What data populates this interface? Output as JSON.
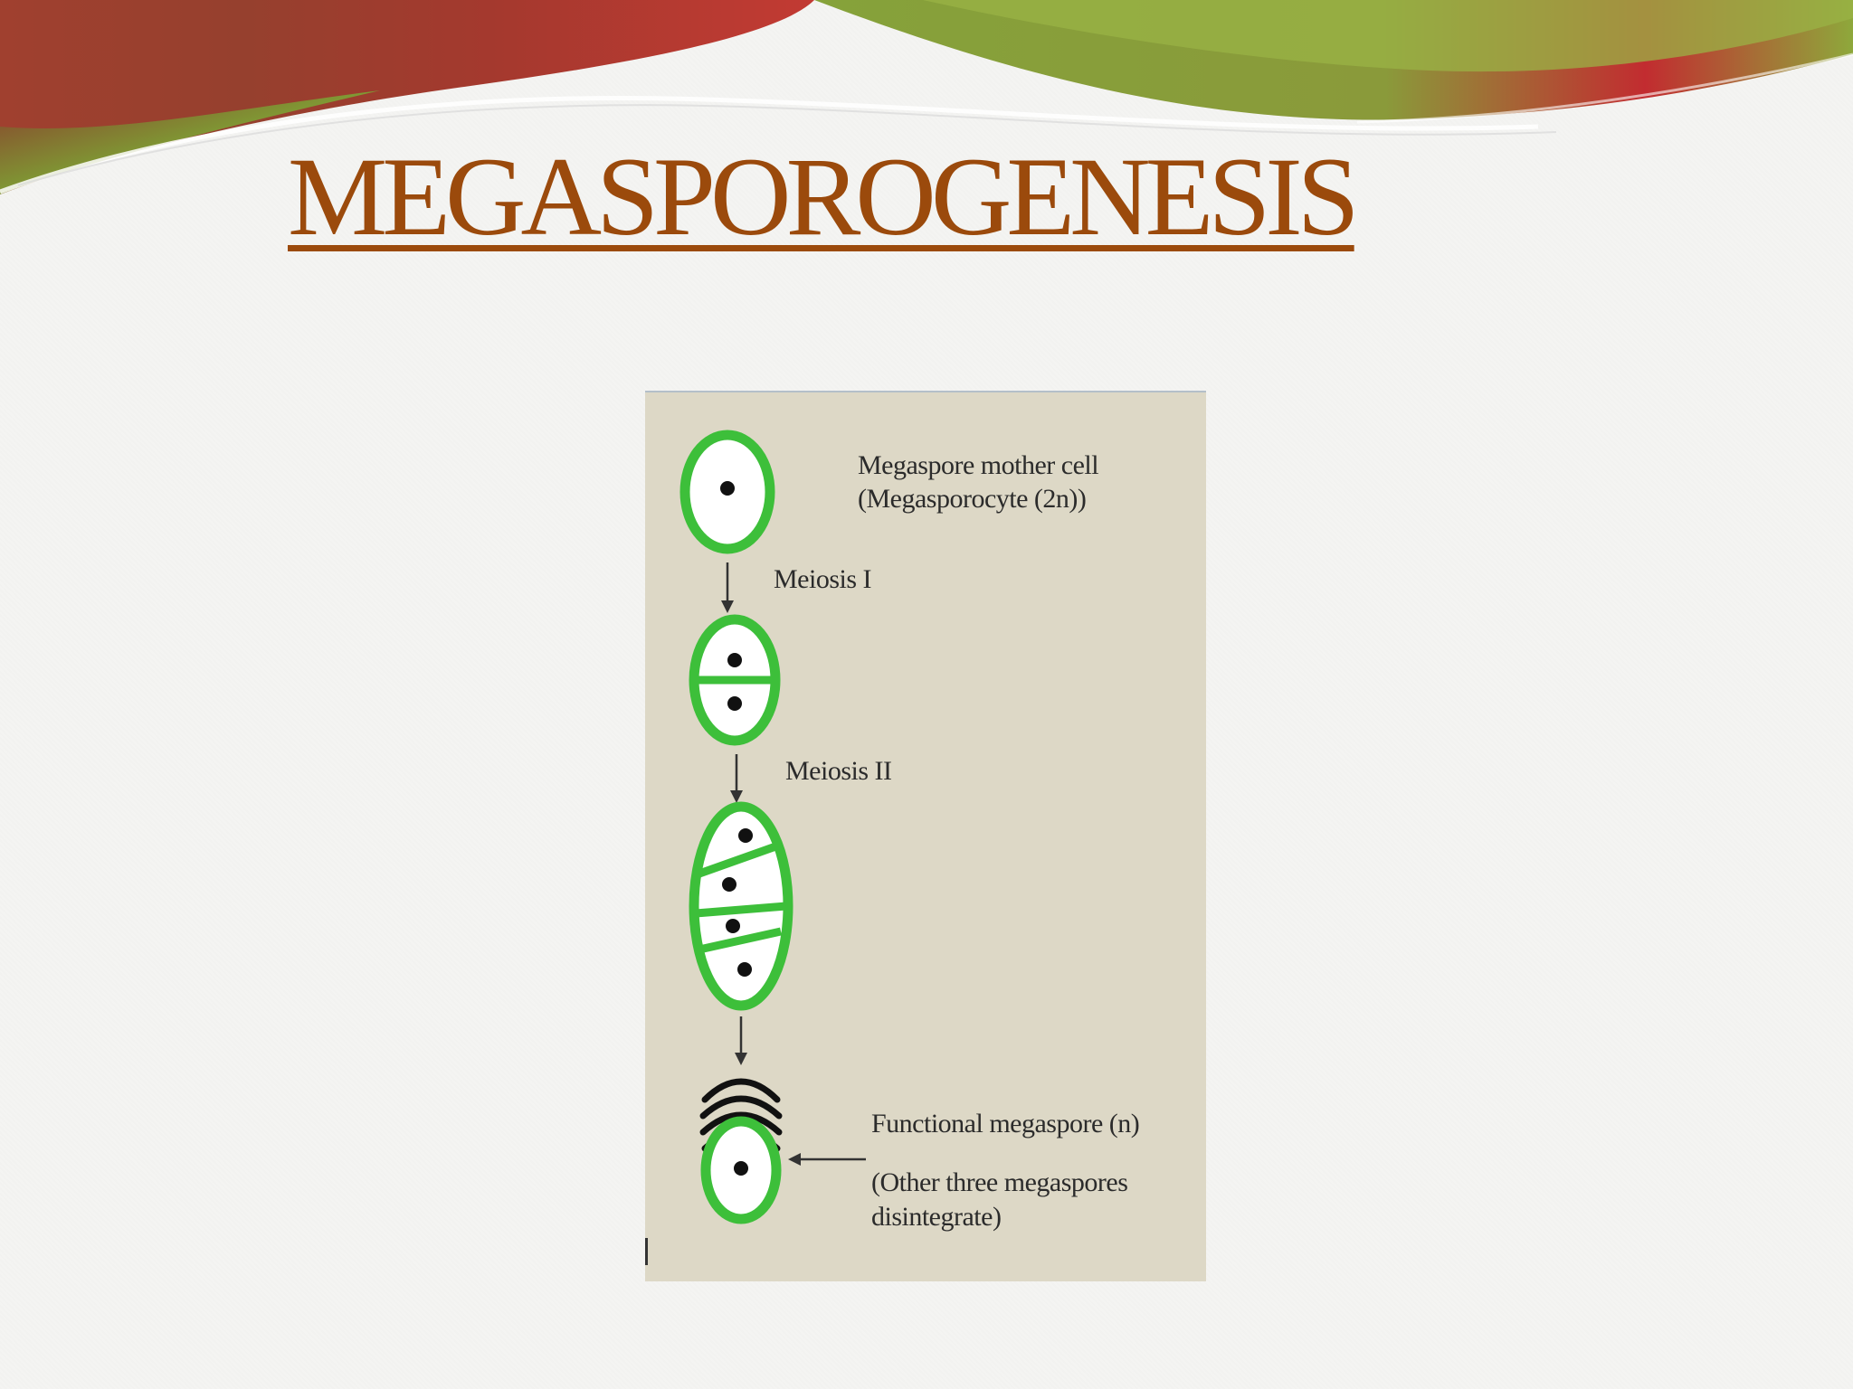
{
  "slide": {
    "title": "MEGASPOROGENESIS"
  },
  "diagram": {
    "labels": {
      "mother_cell": "Megaspore mother cell",
      "mother_cell_ploidy": "(Megasporocyte (2n))",
      "meiosis_1": "Meiosis I",
      "meiosis_2": "Meiosis II",
      "functional": "Functional megaspore (n)",
      "note_line1": "(Other three megaspores",
      "note_line2": "disintegrate)"
    },
    "colors": {
      "cell_wall": "#3dbf3a",
      "cell_fill": "#ffffff",
      "nucleus": "#111111",
      "figure_bg": "#ddd8c6",
      "title": "#9b4a0c"
    }
  }
}
